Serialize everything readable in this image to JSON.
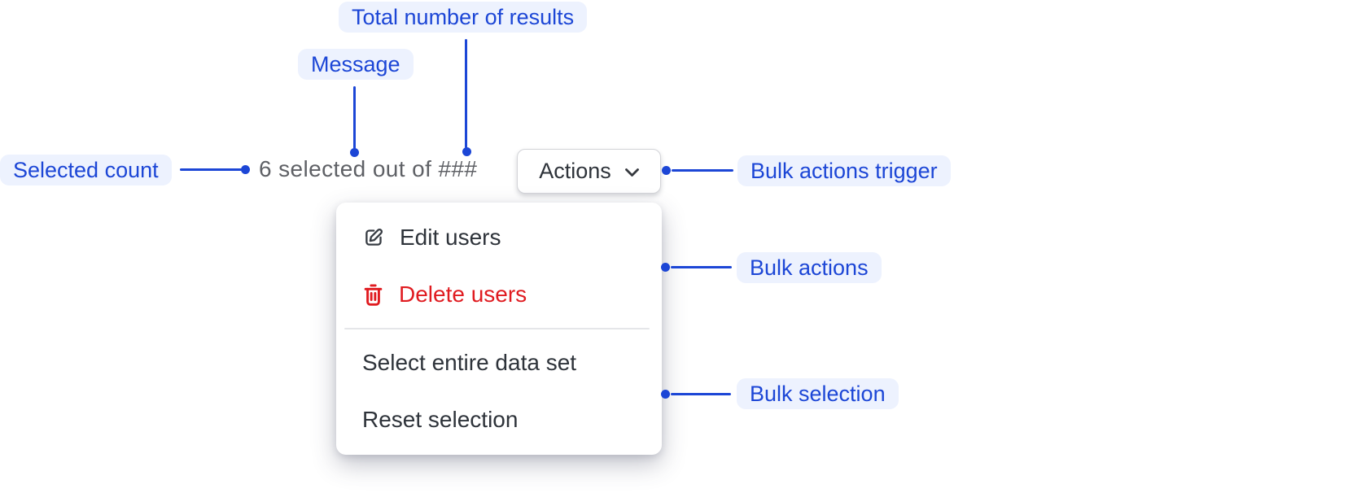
{
  "colors": {
    "accent_blue": "#1c46d6",
    "annotation_label_bg": "#edf2fe",
    "danger_red": "#e01b20",
    "menu_text": "#2e333a",
    "message_text": "#5f6166",
    "surface": "#ffffff"
  },
  "annotations": {
    "total_results": {
      "label": "Total number of results"
    },
    "message": {
      "label": "Message"
    },
    "selected_count": {
      "label": "Selected count"
    },
    "bulk_actions_trigger": {
      "label": "Bulk actions trigger"
    },
    "bulk_actions": {
      "label": "Bulk actions"
    },
    "bulk_selection": {
      "label": "Bulk selection"
    }
  },
  "selection_bar": {
    "message": "6 selected out of ###",
    "selected_count_value": "6",
    "total_results_placeholder": "###",
    "actions_button": {
      "label": "Actions",
      "icon": "chevron-down-icon"
    }
  },
  "bulk_actions_menu": {
    "items": [
      {
        "label": "Edit users",
        "icon": "edit-icon",
        "variant": "default"
      },
      {
        "label": "Delete users",
        "icon": "trash-icon",
        "variant": "danger"
      },
      {
        "label": "Select entire data set",
        "icon": null,
        "variant": "default"
      },
      {
        "label": "Reset selection",
        "icon": null,
        "variant": "default"
      }
    ]
  }
}
